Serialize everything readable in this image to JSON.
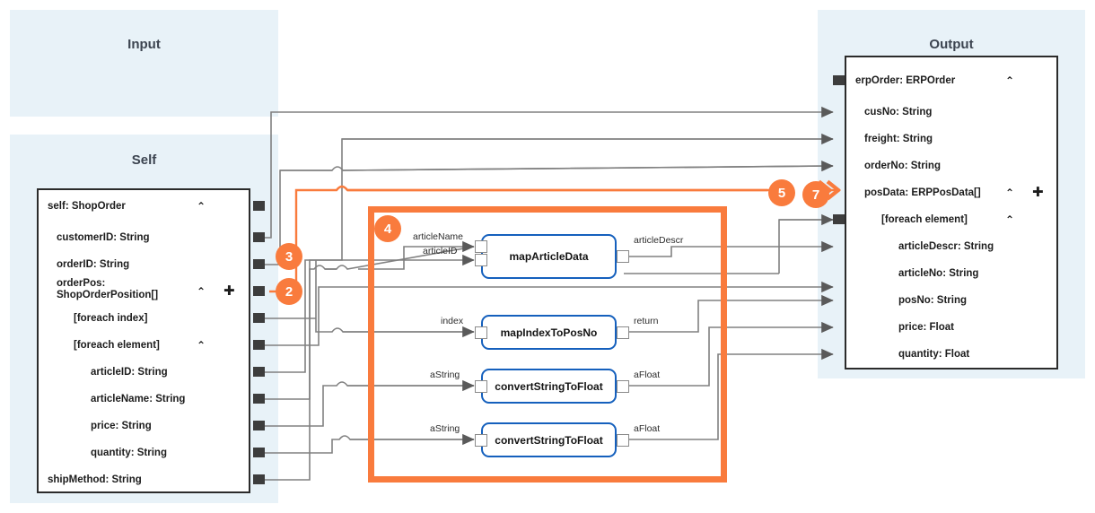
{
  "panels": {
    "input": {
      "title": "Input"
    },
    "self": {
      "title": "Self"
    },
    "output": {
      "title": "Output"
    }
  },
  "self_tree": {
    "rows": [
      {
        "label": "self: ShopOrder",
        "indent": 0,
        "caret": "⌃",
        "plus": null
      },
      {
        "label": "customerID: String",
        "indent": 1,
        "caret": null,
        "plus": null
      },
      {
        "label": "orderID: String",
        "indent": 1,
        "caret": null,
        "plus": null
      },
      {
        "label": "orderPos:\nShopOrderPosition[]",
        "indent": 1,
        "caret": "⌃",
        "plus": "✚"
      },
      {
        "label": "[foreach index]",
        "indent": 2,
        "caret": null,
        "plus": null
      },
      {
        "label": "[foreach element]",
        "indent": 2,
        "caret": "⌃",
        "plus": null
      },
      {
        "label": "articleID: String",
        "indent": 3,
        "caret": null,
        "plus": null
      },
      {
        "label": "articleName: String",
        "indent": 3,
        "caret": null,
        "plus": null
      },
      {
        "label": "price: String",
        "indent": 3,
        "caret": null,
        "plus": null
      },
      {
        "label": "quantity: String",
        "indent": 3,
        "caret": null,
        "plus": null
      },
      {
        "label": "shipMethod: String",
        "indent": 1,
        "caret": null,
        "plus": null
      }
    ]
  },
  "output_tree": {
    "rows": [
      {
        "label": "erpOrder: ERPOrder",
        "indent": 0,
        "caret": "⌃",
        "plus": null
      },
      {
        "label": "cusNo: String",
        "indent": 1,
        "caret": null,
        "plus": null
      },
      {
        "label": "freight: String",
        "indent": 1,
        "caret": null,
        "plus": null
      },
      {
        "label": "orderNo: String",
        "indent": 1,
        "caret": null,
        "plus": null
      },
      {
        "label": "posData: ERPPosData[]",
        "indent": 1,
        "caret": "⌃",
        "plus": "✚"
      },
      {
        "label": "[foreach element]",
        "indent": 2,
        "caret": "⌃",
        "plus": null
      },
      {
        "label": "articleDescr: String",
        "indent": 3,
        "caret": null,
        "plus": null
      },
      {
        "label": "articleNo: String",
        "indent": 3,
        "caret": null,
        "plus": null
      },
      {
        "label": "posNo: String",
        "indent": 3,
        "caret": null,
        "plus": null
      },
      {
        "label": "price: Float",
        "indent": 3,
        "caret": null,
        "plus": null
      },
      {
        "label": "quantity: Float",
        "indent": 3,
        "caret": null,
        "plus": null
      }
    ]
  },
  "functions": [
    {
      "name": "mapArticleData",
      "inputs": [
        "articleName",
        "articleID"
      ],
      "outputs": [
        "articleDescr"
      ]
    },
    {
      "name": "mapIndexToPosNo",
      "inputs": [
        "index"
      ],
      "outputs": [
        "return"
      ]
    },
    {
      "name": "convertStringToFloat",
      "inputs": [
        "aString"
      ],
      "outputs": [
        "aFloat"
      ]
    },
    {
      "name": "convertStringToFloat",
      "inputs": [
        "aString"
      ],
      "outputs": [
        "aFloat"
      ]
    }
  ],
  "badges": [
    {
      "number": "2"
    },
    {
      "number": "3"
    },
    {
      "number": "4"
    },
    {
      "number": "5"
    },
    {
      "number": "7"
    }
  ],
  "colors": {
    "panel_bg": "#e8f2f8",
    "accent_orange": "#f97b3d",
    "function_border": "#1560bd",
    "wire": "#808080",
    "wire_dark": "#5a5a5a",
    "port": "#3d3d3d"
  }
}
